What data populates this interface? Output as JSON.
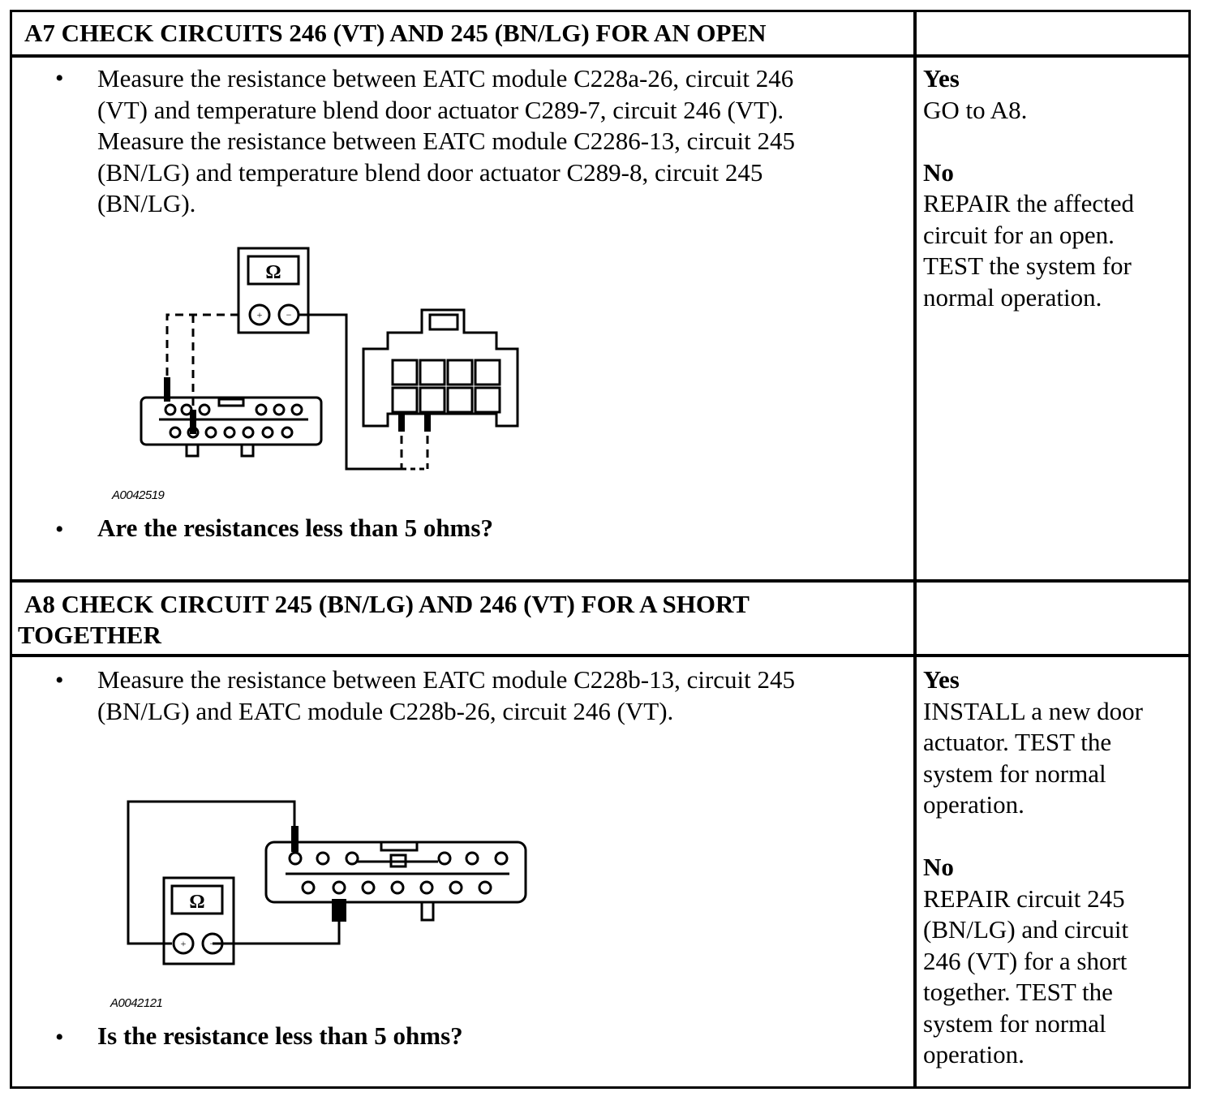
{
  "a7": {
    "heading": "A7 CHECK CIRCUITS 246 (VT) AND 245 (BN/LG) FOR AN OPEN",
    "instruction_lines": [
      "Measure the resistance between EATC module C228a-26, circuit 246",
      "(VT) and temperature blend door actuator C289-7, circuit 246 (VT).",
      "Measure the resistance between EATC module C2286-13, circuit 245",
      "(BN/LG) and temperature blend door actuator C289-8, circuit 245",
      "(BN/LG)."
    ],
    "figure_code": "A0042519",
    "question": "Are the resistances less than 5 ohms?",
    "yes_label": "Yes",
    "yes_lines": [
      "GO to A8."
    ],
    "no_label": "No",
    "no_lines": [
      "REPAIR the affected",
      "circuit for an open.",
      "TEST the system for",
      "normal operation."
    ]
  },
  "a8": {
    "heading_lines": [
      "A8 CHECK CIRCUIT 245 (BN/LG) AND 246 (VT) FOR A SHORT",
      "TOGETHER"
    ],
    "instruction_lines": [
      "Measure the resistance between EATC module C228b-13, circuit 245",
      "(BN/LG) and EATC module C228b-26, circuit 246 (VT)."
    ],
    "figure_code": "A0042121",
    "question": "Is the resistance less than 5 ohms?",
    "yes_label": "Yes",
    "yes_lines": [
      "INSTALL a new door",
      "actuator. TEST the",
      "system for normal",
      "operation."
    ],
    "no_label": "No",
    "no_lines": [
      "REPAIR circuit 245",
      "(BN/LG) and circuit",
      "246 (VT) for a short",
      "together. TEST the",
      "system for normal",
      "operation."
    ]
  },
  "meter_symbol": "Ω",
  "bullet_glyph": "•"
}
